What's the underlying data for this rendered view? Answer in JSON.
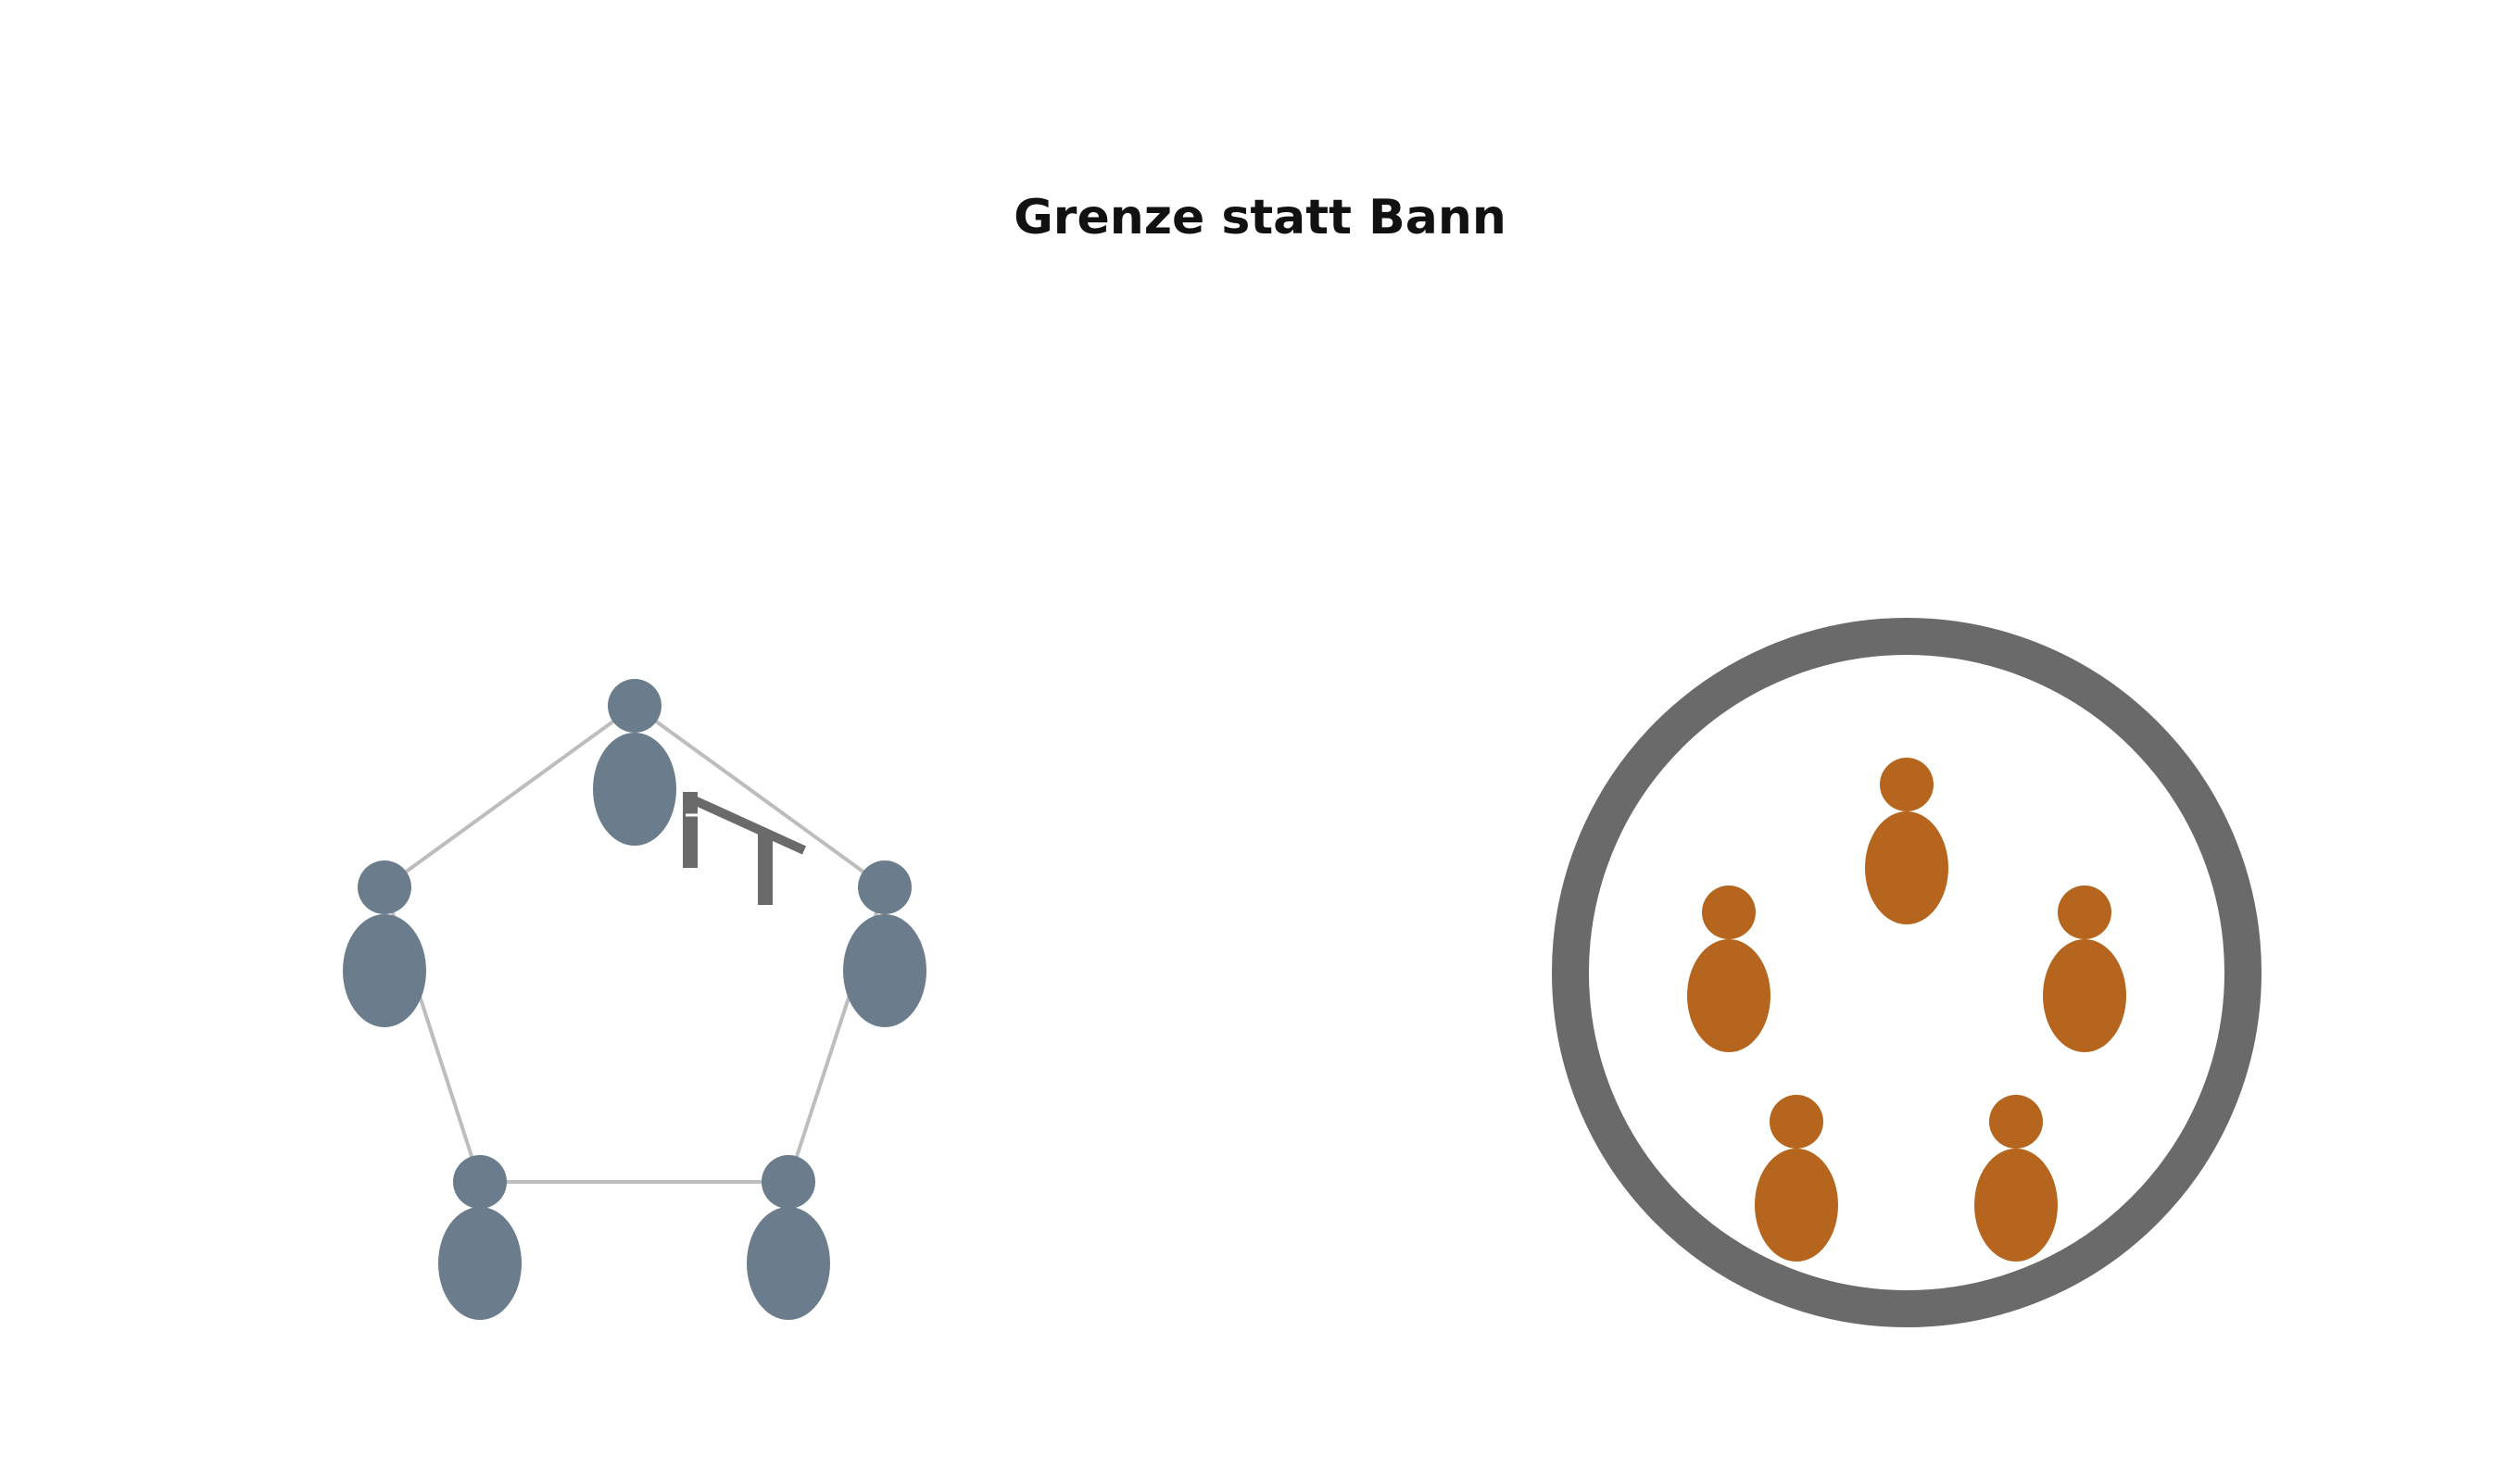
{
  "title": "Grenze statt Bann",
  "colors": {
    "background": "#ffffff",
    "network_people": "#6b7d8c",
    "network_edges": "#bdbdbd",
    "circle_people": "#b5651d",
    "boundary_ring": "#6a6a6a",
    "gate_icon": "#6a6a6a"
  },
  "left_group": {
    "kind": "connected-network",
    "person_count": 5,
    "edges": [
      [
        0,
        2
      ],
      [
        2,
        4
      ],
      [
        4,
        3
      ],
      [
        3,
        1
      ],
      [
        1,
        0
      ]
    ],
    "icon": "open-gate-icon"
  },
  "right_group": {
    "kind": "enclosed-circle",
    "person_count": 5,
    "icon": "boundary-ring"
  }
}
